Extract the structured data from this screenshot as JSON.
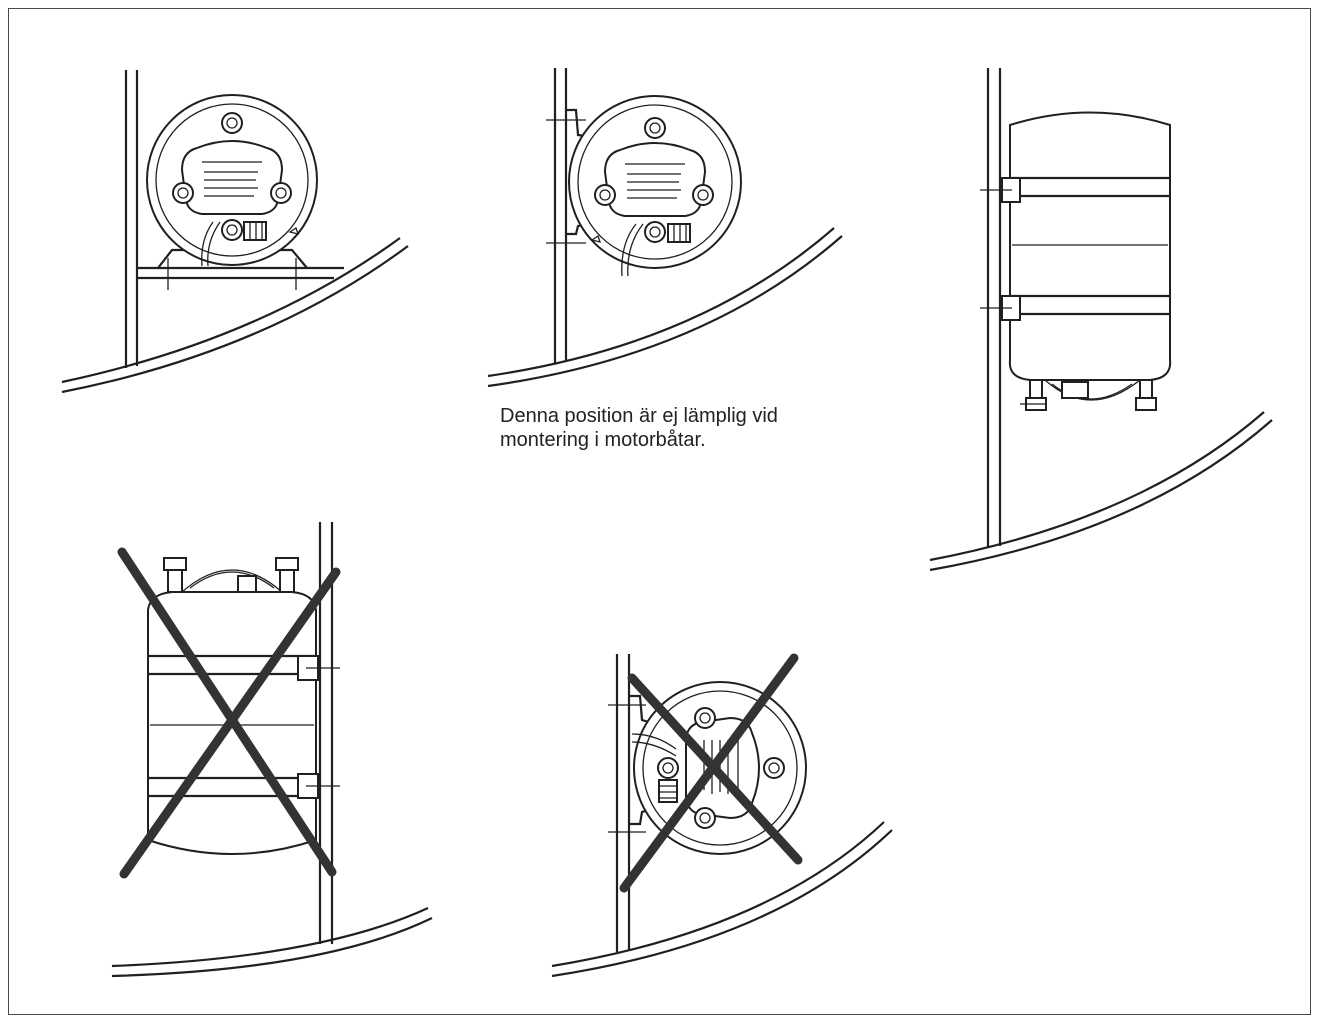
{
  "caption": {
    "line1": "Denna position är ej lämplig vid",
    "line2": "montering i motorbåtar."
  },
  "panels": [
    {
      "id": "top-left",
      "orientation": "horizontal, end-on, on floor bracket",
      "allowed": true
    },
    {
      "id": "top-middle",
      "orientation": "horizontal, end-on, wall-mounted",
      "allowed": true
    },
    {
      "id": "top-right",
      "orientation": "vertical, connections down",
      "allowed": true
    },
    {
      "id": "bottom-left",
      "orientation": "vertical, connections up",
      "allowed": false
    },
    {
      "id": "bottom-middle",
      "orientation": "horizontal, rotated, wall-mounted",
      "allowed": false
    }
  ],
  "colors": {
    "line": "#231f20",
    "cross": "#333333",
    "text": "#222222"
  }
}
